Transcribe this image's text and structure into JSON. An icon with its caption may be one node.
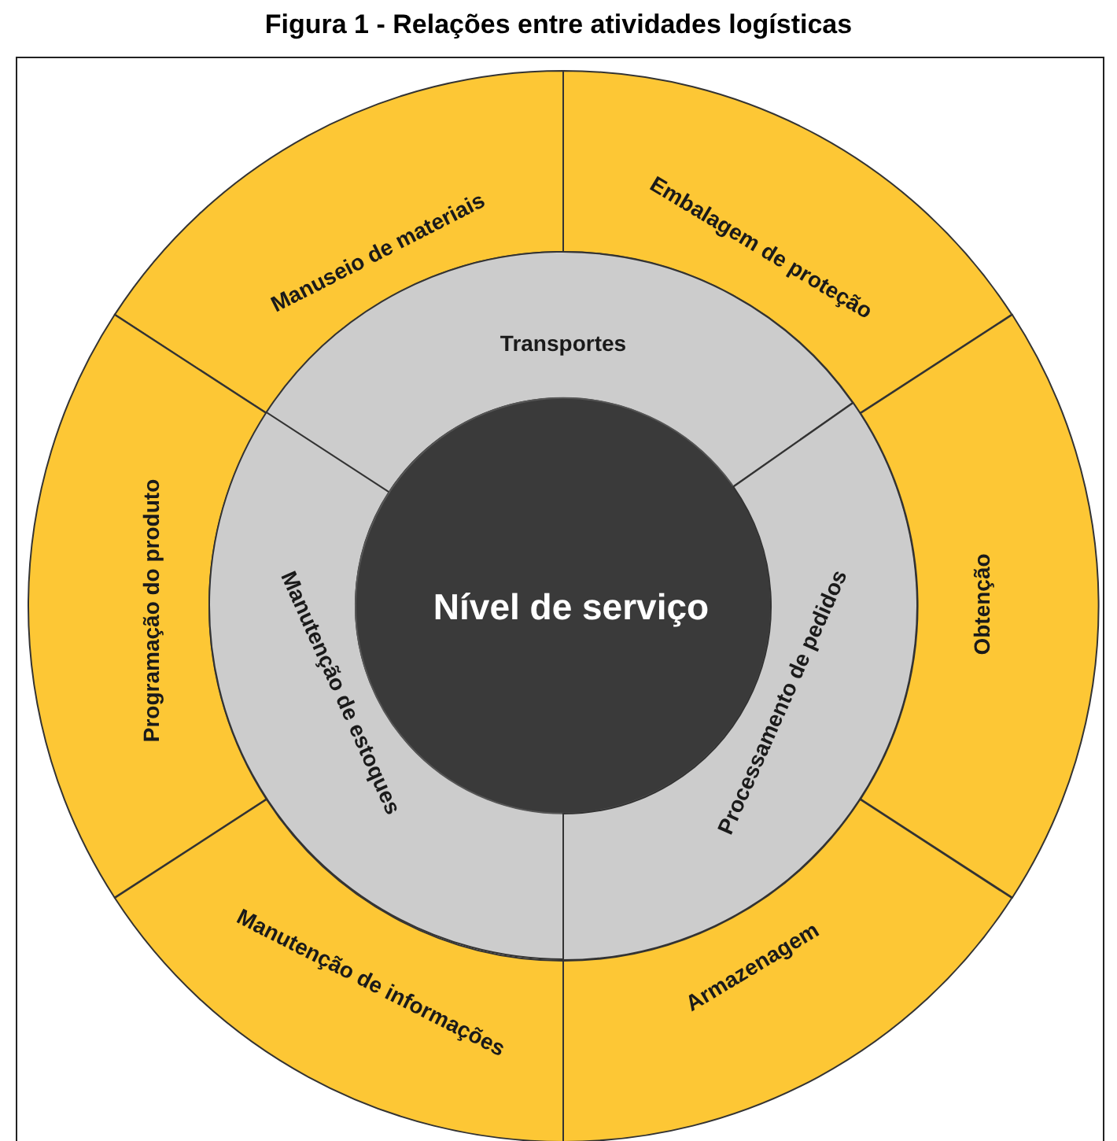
{
  "diagram": {
    "title": "Figura 1 - Relações entre atividades logísticas",
    "nodes": [
      {
        "text": [
          "Manuseio de materiais"
        ]
      },
      {
        "text": [
          "Embalagem de proteção"
        ]
      },
      {
        "text": [
          "Transportes"
        ]
      },
      {
        "text": [
          "Programação do produto"
        ]
      },
      {
        "text": [
          "Manutenção de estoques"
        ]
      },
      {
        "text": [
          "Nível de serviço"
        ]
      },
      {
        "text": [
          "Processamento de pedidos"
        ]
      },
      {
        "text": [
          "Obtenção"
        ]
      },
      {
        "text": [
          "Manutenção de informações"
        ]
      },
      {
        "text": [
          "Armazenagem"
        ]
      }
    ]
  }
}
